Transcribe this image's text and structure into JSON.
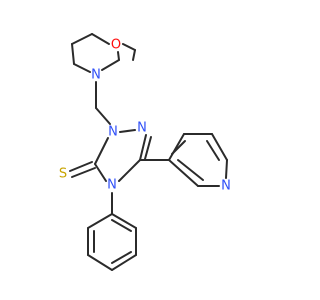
{
  "molecule": {
    "atoms": [
      {
        "id": "O1",
        "element": "O",
        "color": "#ff0d0d",
        "label": "O"
      },
      {
        "id": "N1",
        "element": "N",
        "color": "#3050f8",
        "label": "N"
      },
      {
        "id": "N2",
        "element": "N",
        "color": "#3050f8",
        "label": "N"
      },
      {
        "id": "N3",
        "element": "N",
        "color": "#3050f8",
        "label": "N"
      },
      {
        "id": "N4",
        "element": "N",
        "color": "#3050f8",
        "label": "N"
      },
      {
        "id": "N5",
        "element": "N",
        "color": "#3050f8",
        "label": "N"
      },
      {
        "id": "S1",
        "element": "S",
        "color": "#c8a400",
        "label": "S"
      }
    ],
    "bond_color": "#2b2b2b"
  }
}
